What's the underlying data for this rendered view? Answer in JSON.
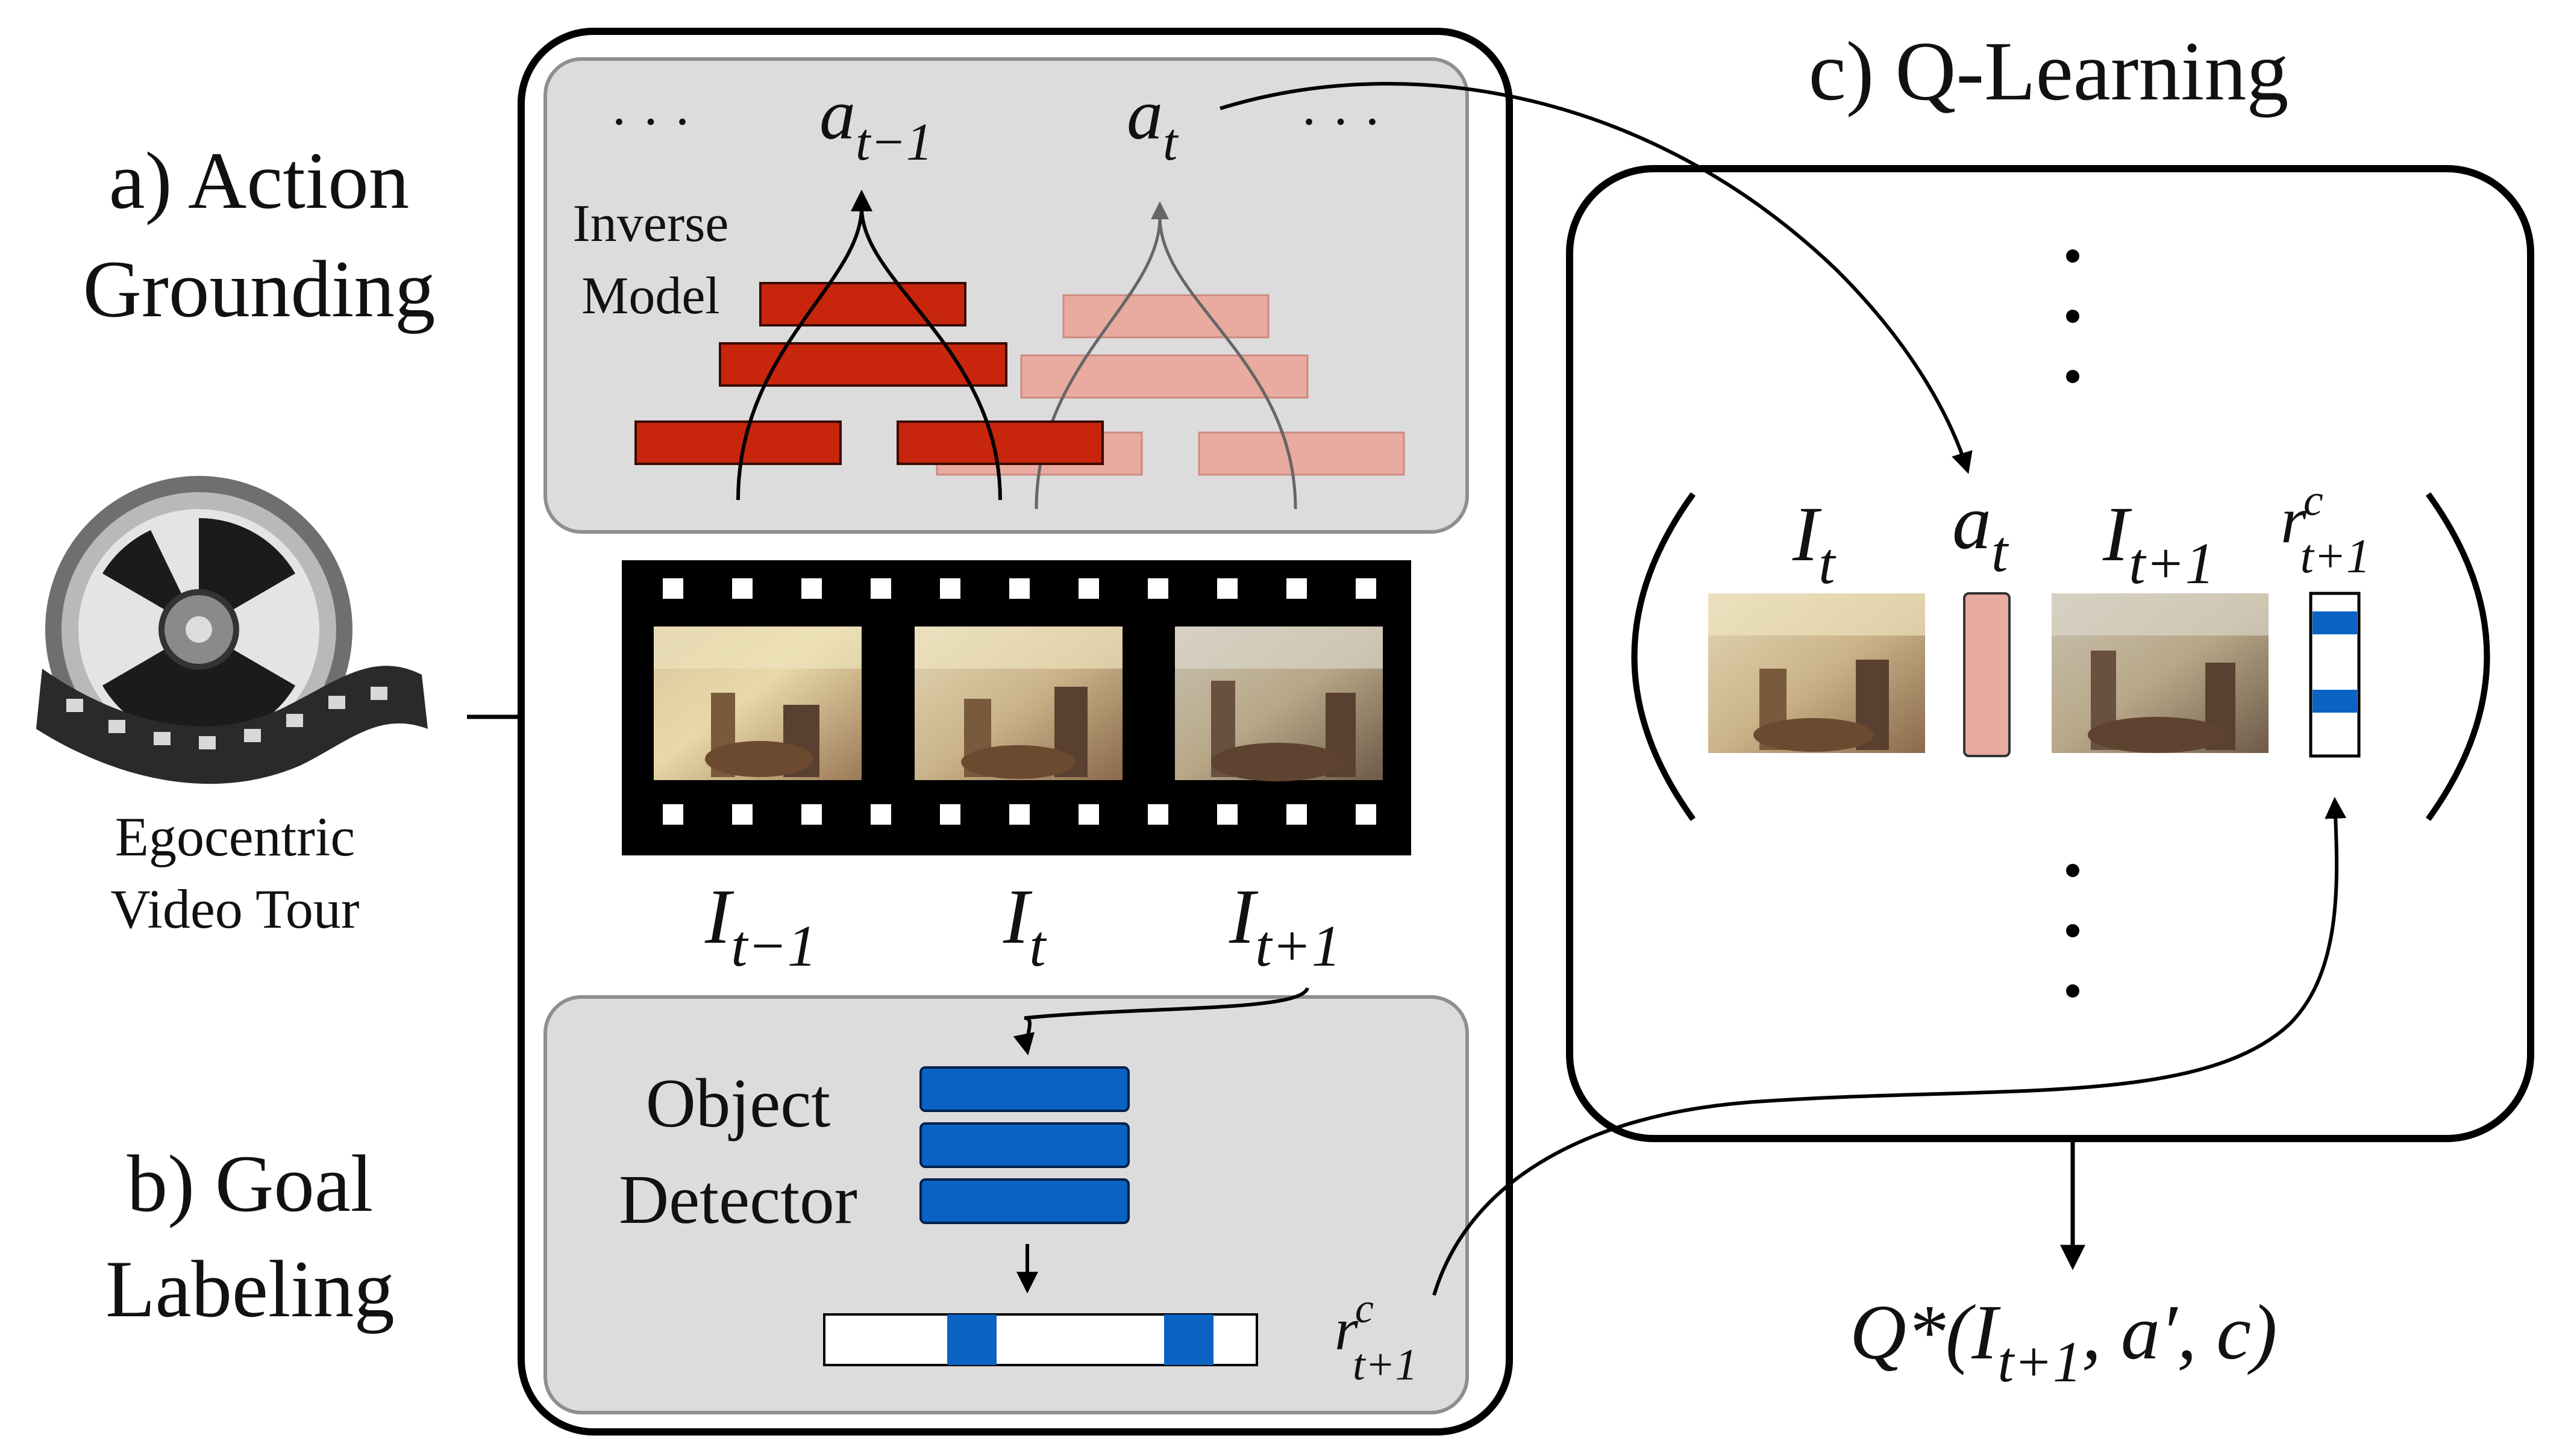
{
  "sections": {
    "action_grounding": {
      "line1": "a) Action",
      "line2": "Grounding"
    },
    "goal_labeling": {
      "line1": "b) Goal",
      "line2": "Labeling"
    },
    "q_learning": {
      "title": "c) Q-Learning"
    }
  },
  "video_tour": {
    "line1": "Egocentric",
    "line2": "Video Tour"
  },
  "inverse_model": {
    "line1": "Inverse",
    "line2": "Model"
  },
  "object_detector": {
    "line1": "Object",
    "line2": "Detector"
  },
  "ellipsis": "· · ·",
  "math": {
    "a": "a",
    "I": "I",
    "r": "r",
    "t": "t",
    "t_minus_1": "t−1",
    "t_plus_1": "t+1",
    "c": "c",
    "q_expr": "Q*(I",
    "q_sub": "t+1",
    "q_rest": ", a′, c)"
  },
  "colors": {
    "dark_red": "#c8250d",
    "light_red": "#e9aaa0",
    "blue": "#0a63c2",
    "panel_gray": "#dcdcdc",
    "film": "#000000"
  },
  "icons": [
    "film-reel-icon"
  ]
}
